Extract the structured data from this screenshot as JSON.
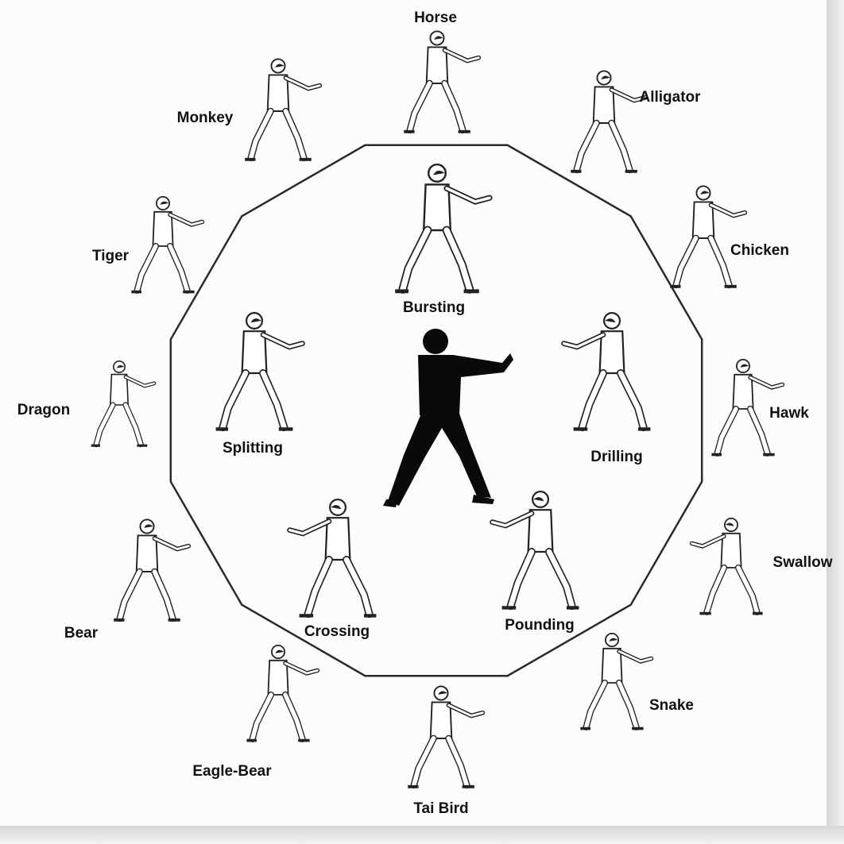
{
  "diagram": {
    "center_figure": "silhouette-stance",
    "inner_forms": [
      {
        "label": "Bursting"
      },
      {
        "label": "Drilling"
      },
      {
        "label": "Pounding"
      },
      {
        "label": "Crossing"
      },
      {
        "label": "Splitting"
      }
    ],
    "outer_animals": [
      {
        "label": "Horse"
      },
      {
        "label": "Alligator"
      },
      {
        "label": "Chicken"
      },
      {
        "label": "Hawk"
      },
      {
        "label": "Swallow"
      },
      {
        "label": "Snake"
      },
      {
        "label": "Tai Bird"
      },
      {
        "label": "Eagle-Bear"
      },
      {
        "label": "Bear"
      },
      {
        "label": "Dragon"
      },
      {
        "label": "Tiger"
      },
      {
        "label": "Monkey"
      }
    ],
    "colors": {
      "line": "#222222",
      "silhouette": "#0a0a0a",
      "background": "#fcfcfc"
    }
  }
}
